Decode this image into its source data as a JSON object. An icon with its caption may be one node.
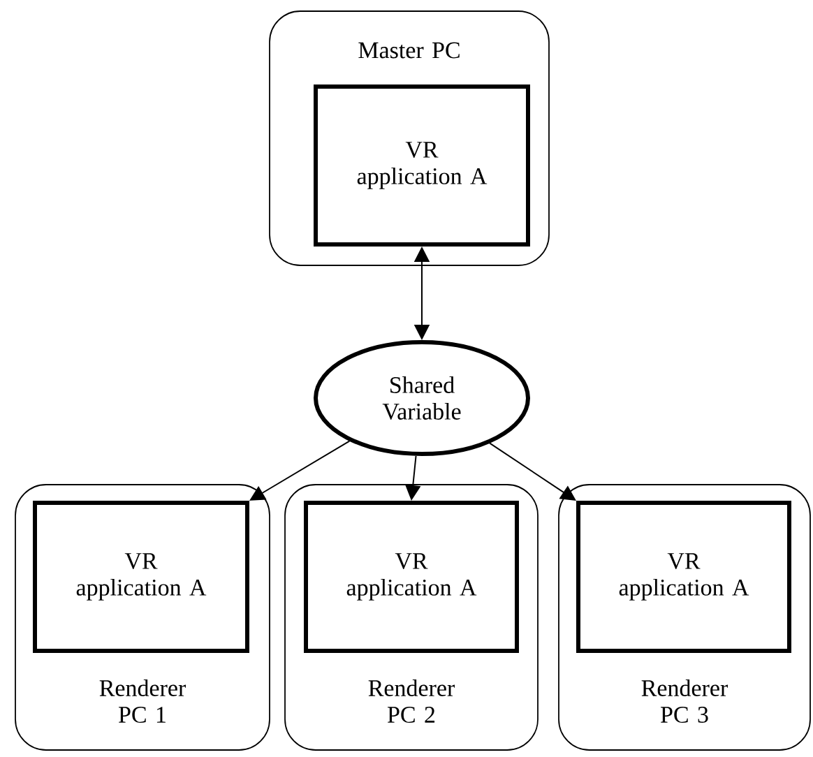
{
  "diagram": {
    "nodes": [
      {
        "text": [
          "Master PC"
        ]
      },
      {
        "text": [
          "VR application A"
        ],
        "in": 0
      },
      {
        "text": [
          "Shared Variable"
        ]
      },
      {
        "text": [
          "Renderer PC 1"
        ]
      },
      {
        "text": [
          "VR application A"
        ],
        "in": 3
      },
      {
        "text": [
          "Renderer PC 2"
        ]
      },
      {
        "text": [
          "VR application A"
        ],
        "in": 5
      },
      {
        "text": [
          "Renderer PC 3"
        ]
      },
      {
        "text": [
          "VR application A"
        ],
        "in": 7
      }
    ],
    "edges": [
      {
        "from": 1,
        "to": 2,
        "arrow": "both"
      },
      {
        "from": 2,
        "to": 4,
        "arrow": "to"
      },
      {
        "from": 2,
        "to": 6,
        "arrow": "to"
      },
      {
        "from": 2,
        "to": 8,
        "arrow": "to"
      }
    ]
  }
}
